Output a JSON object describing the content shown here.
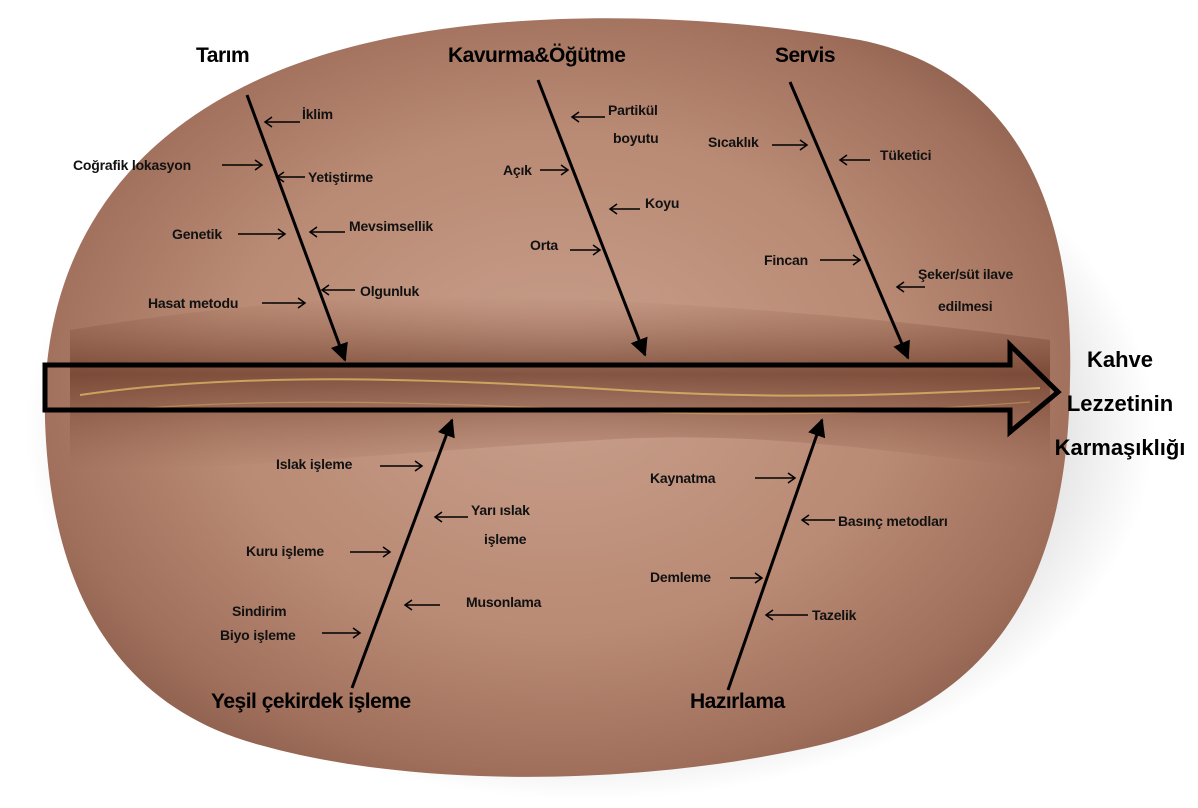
{
  "diagram": {
    "effect": [
      "Kahve",
      "Lezzetinin",
      "Karmaşıklığı"
    ],
    "categories": {
      "tarim": "Tarım",
      "kavurma": "Kavurma&Öğütme",
      "servis": "Servis",
      "yesil": "Yeşil çekirdek işleme",
      "hazirlama": "Hazırlama"
    },
    "causes": {
      "tarim": [
        "İklim",
        "Coğrafik lokasyon",
        "Yetiştirme",
        "Genetik",
        "Mevsimsellik",
        "Hasat metodu",
        "Olgunluk"
      ],
      "kavurma": [
        "Partikül",
        "boyutu",
        "Açık",
        "Koyu",
        "Orta"
      ],
      "servis": [
        "Sıcaklık",
        "Tüketici",
        "Fincan",
        "Şeker/süt ilave",
        "edilmesi"
      ],
      "yesil": [
        "Islak işleme",
        "Yarı ıslak",
        "işleme",
        "Kuru işleme",
        "Sindirim",
        "Biyo işleme",
        "Musonlama"
      ],
      "hazirlama": [
        "Kaynatma",
        "Basınç metodları",
        "Demleme",
        "Tazelik"
      ]
    }
  }
}
